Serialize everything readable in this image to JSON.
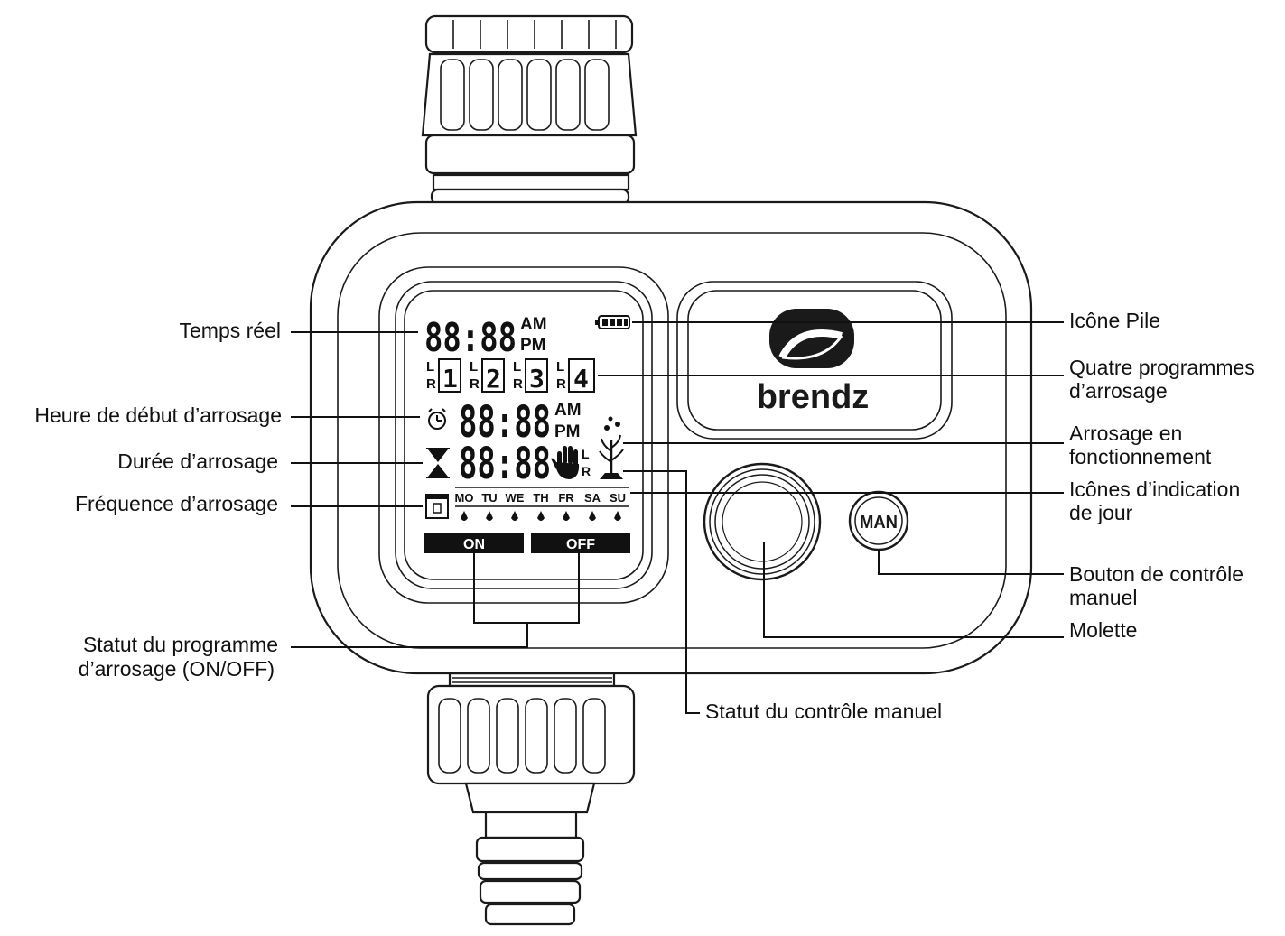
{
  "brand": {
    "name": "brendz"
  },
  "lcd": {
    "clock": "88:88",
    "start_time": "88:88",
    "duration": "88:88",
    "am": "AM",
    "pm": "PM",
    "am2": "AM",
    "pm2": "PM",
    "programs": [
      "1",
      "2",
      "3",
      "4"
    ],
    "l": "L",
    "r": "R",
    "days": [
      "MO",
      "TU",
      "WE",
      "TH",
      "FR",
      "SA",
      "SU"
    ],
    "on": "ON",
    "off": "OFF"
  },
  "man_button": "MAN",
  "labels": {
    "temps_reel": "Temps réel",
    "heure_debut": "Heure de début d’arrosage",
    "duree": "Durée d’arrosage",
    "frequence": "Fréquence d’arrosage",
    "statut_programme_1": "Statut du programme",
    "statut_programme_2": "d’arrosage (ON/OFF)",
    "icone_pile": "Icône Pile",
    "quatre_prog_1": "Quatre programmes",
    "quatre_prog_2": "d’arrosage",
    "arrosage_fonct_1": "Arrosage en",
    "arrosage_fonct_2": "fonctionnement",
    "icones_jour_1": "Icônes d’indication",
    "icones_jour_2": "de jour",
    "bouton_manuel_1": "Bouton de contrôle",
    "bouton_manuel_2": "manuel",
    "molette": "Molette",
    "statut_manuel": "Statut du contrôle manuel"
  }
}
